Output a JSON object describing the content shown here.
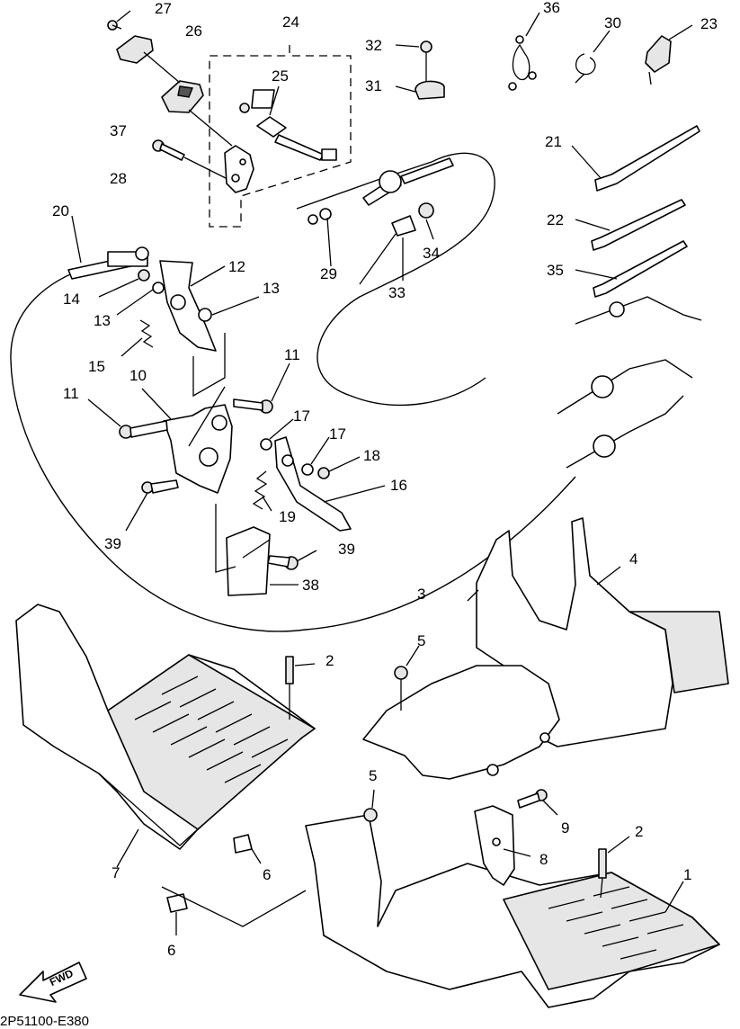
{
  "diagram": {
    "drawing_code": "2P51100-E380",
    "direction_label": "FWD",
    "callouts": [
      {
        "id": "c27",
        "text": "27"
      },
      {
        "id": "c26",
        "text": "26"
      },
      {
        "id": "c37",
        "text": "37"
      },
      {
        "id": "c28",
        "text": "28"
      },
      {
        "id": "c24",
        "text": "24"
      },
      {
        "id": "c25",
        "text": "25"
      },
      {
        "id": "c32",
        "text": "32"
      },
      {
        "id": "c31",
        "text": "31"
      },
      {
        "id": "c36",
        "text": "36"
      },
      {
        "id": "c30",
        "text": "30"
      },
      {
        "id": "c23",
        "text": "23"
      },
      {
        "id": "c21",
        "text": "21"
      },
      {
        "id": "c22",
        "text": "22"
      },
      {
        "id": "c35",
        "text": "35"
      },
      {
        "id": "c20",
        "text": "20"
      },
      {
        "id": "c14",
        "text": "14"
      },
      {
        "id": "c13a",
        "text": "13"
      },
      {
        "id": "c12",
        "text": "12"
      },
      {
        "id": "c13b",
        "text": "13"
      },
      {
        "id": "c15",
        "text": "15"
      },
      {
        "id": "c29",
        "text": "29"
      },
      {
        "id": "c34",
        "text": "34"
      },
      {
        "id": "c33",
        "text": "33"
      },
      {
        "id": "c11a",
        "text": "11"
      },
      {
        "id": "c10",
        "text": "10"
      },
      {
        "id": "c11b",
        "text": "11"
      },
      {
        "id": "c17a",
        "text": "17"
      },
      {
        "id": "c17b",
        "text": "17"
      },
      {
        "id": "c18",
        "text": "18"
      },
      {
        "id": "c16",
        "text": "16"
      },
      {
        "id": "c19",
        "text": "19"
      },
      {
        "id": "c39a",
        "text": "39"
      },
      {
        "id": "c39b",
        "text": "39"
      },
      {
        "id": "c38",
        "text": "38"
      },
      {
        "id": "c4",
        "text": "4"
      },
      {
        "id": "c3",
        "text": "3"
      },
      {
        "id": "c2a",
        "text": "2"
      },
      {
        "id": "c5a",
        "text": "5"
      },
      {
        "id": "c7",
        "text": "7"
      },
      {
        "id": "c6a",
        "text": "6"
      },
      {
        "id": "c5b",
        "text": "5"
      },
      {
        "id": "c9",
        "text": "9"
      },
      {
        "id": "c2b",
        "text": "2"
      },
      {
        "id": "c8",
        "text": "8"
      },
      {
        "id": "c1",
        "text": "1"
      },
      {
        "id": "c6b",
        "text": "6"
      }
    ]
  }
}
